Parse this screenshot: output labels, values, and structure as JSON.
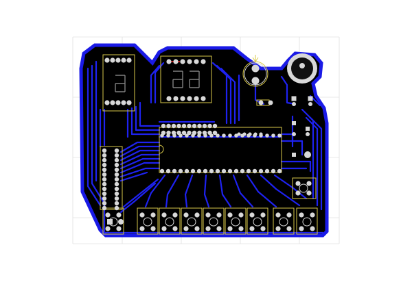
{
  "board": {
    "description_colors": {
      "background": "#ffffff",
      "board_fill": "#000000",
      "copper_pour": "#1a1ae6",
      "copper_pour_dark": "#0a0a9a",
      "trace": "#1e22f0",
      "pad": "#d8d8d8",
      "pad_hole": "#bdbdbd",
      "silkscreen": "#d9c94a",
      "grid": "#d6d6d6",
      "highlight": "#ff2020"
    },
    "components": {
      "seven_segment_single": {
        "icon": "seven-segment-display"
      },
      "seven_segment_dual": {
        "icon": "dual-seven-segment-display"
      },
      "microcontroller": {
        "icon": "dip-40-ic"
      },
      "pin_header": {
        "icon": "pin-header"
      },
      "buzzer": {
        "icon": "buzzer"
      },
      "potentiometer": {
        "icon": "potentiometer"
      },
      "push_buttons": {
        "icon": "tactile-switch",
        "count": 10
      }
    }
  }
}
